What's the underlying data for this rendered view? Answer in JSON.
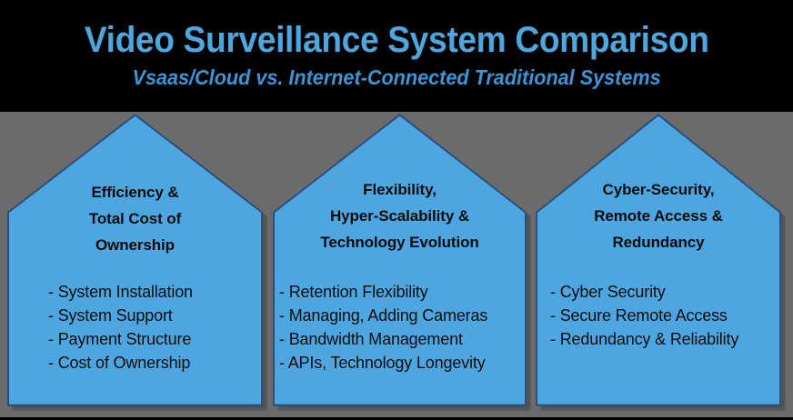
{
  "header": {
    "title": "Video Surveillance System Comparison",
    "subtitle": "Vsaas/Cloud vs. Internet-Connected Traditional Systems",
    "title_color": "#4DA6DD",
    "background_color": "#000000"
  },
  "theme": {
    "canvas_background": "#6B6B6B",
    "shape_fill": "#4DA6E0",
    "shape_border": "#2C4F7C",
    "text_color": "#0B0B0B"
  },
  "pillars": [
    {
      "title_lines": [
        "Efficiency &",
        "Total Cost of",
        "Ownership"
      ],
      "items": [
        "- System Installation",
        "- System Support",
        "- Payment Structure",
        "- Cost of Ownership"
      ]
    },
    {
      "title_lines": [
        "Flexibility,",
        "Hyper-Scalability  &",
        "Technology  Evolution"
      ],
      "items": [
        "- Retention Flexibility",
        "- Managing, Adding Cameras",
        "- Bandwidth Management",
        "- APIs, Technology Longevity"
      ]
    },
    {
      "title_lines": [
        "Cyber-Security,",
        "Remote Access &",
        "Redundancy"
      ],
      "items": [
        "- Cyber Security",
        "- Secure Remote Access",
        "- Redundancy & Reliability"
      ]
    }
  ]
}
